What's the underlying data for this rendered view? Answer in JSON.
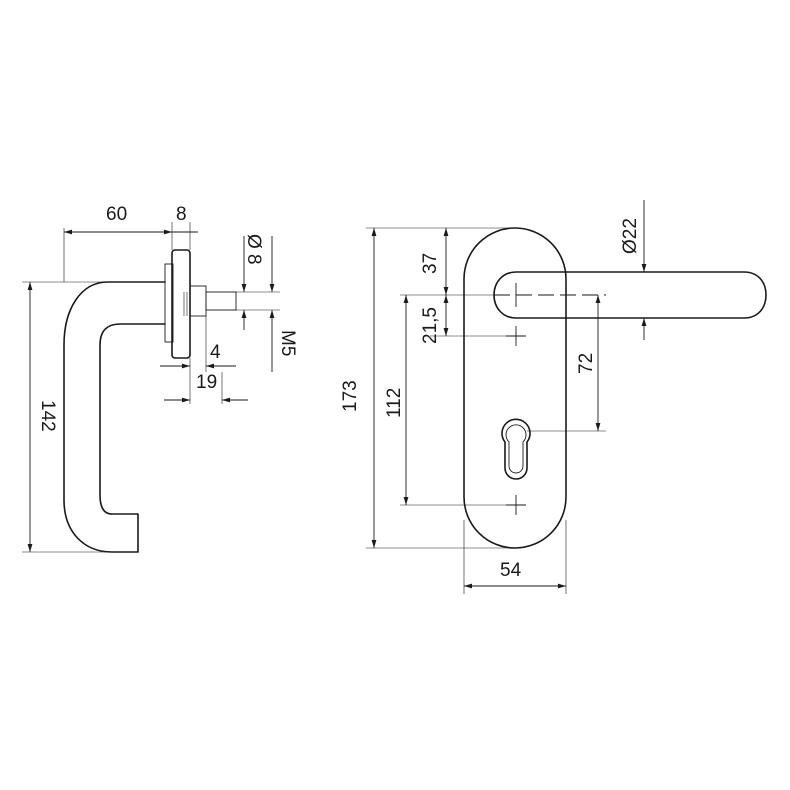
{
  "drawing": {
    "side_view": {
      "width_60": "60",
      "rose_8": "8",
      "diameter_8": "Ø 8",
      "thread_m5": "M5",
      "offset_4": "4",
      "depth_19": "19",
      "height_142": "142"
    },
    "front_view": {
      "height_173": "173",
      "top_37": "37",
      "distance_21_5": "21,5",
      "distance_112": "112",
      "distance_72": "72",
      "width_54": "54",
      "grip_diameter_22": "Ø22"
    }
  }
}
